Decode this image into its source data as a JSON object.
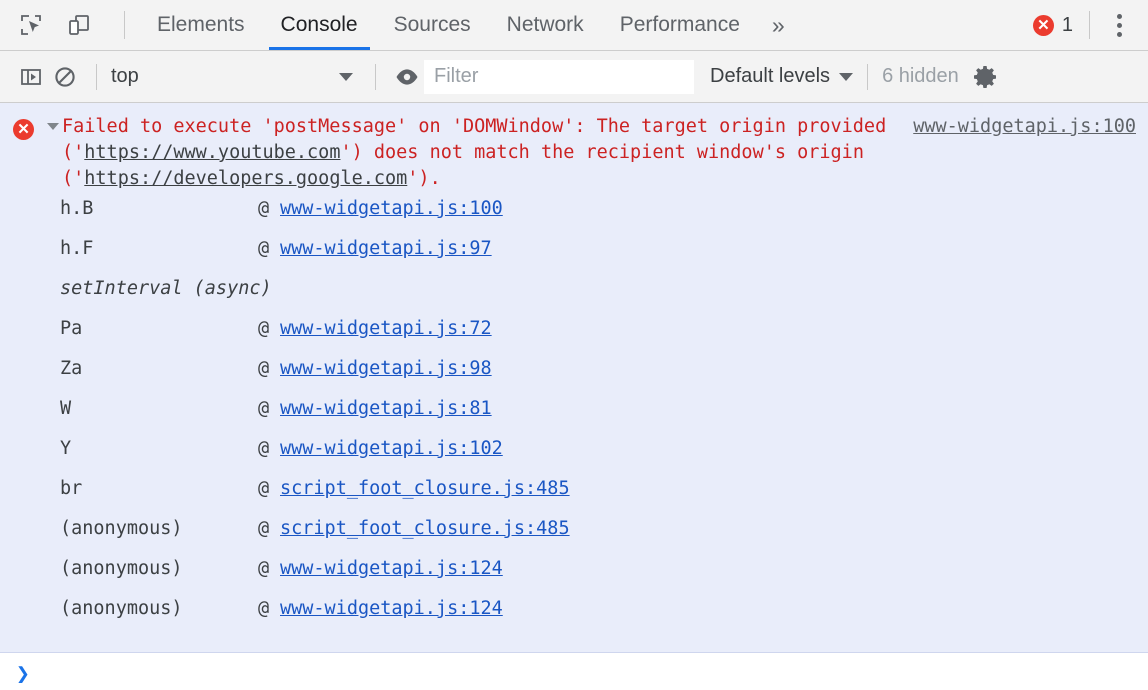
{
  "tabbar": {
    "inspect_icon": "inspect-element-icon",
    "device_icon": "device-toolbar-icon",
    "tabs": [
      {
        "label": "Elements",
        "active": false
      },
      {
        "label": "Console",
        "active": true
      },
      {
        "label": "Sources",
        "active": false
      },
      {
        "label": "Network",
        "active": false
      },
      {
        "label": "Performance",
        "active": false
      }
    ],
    "more_tabs_label": "»",
    "error_badge": {
      "icon_glyph": "✕",
      "count": "1"
    },
    "menu_icon": "more-vertical-icon"
  },
  "toolbar": {
    "sidebar_icon": "console-sidebar-icon",
    "clear_icon": "clear-console-icon",
    "context_value": "top",
    "eye_icon": "live-expression-eye-icon",
    "filter_placeholder": "Filter",
    "filter_value": "",
    "levels_label": "Default levels",
    "hidden_label": "6 hidden",
    "settings_icon": "gear-icon"
  },
  "console": {
    "message": {
      "level": "error",
      "icon_glyph": "✕",
      "source_link": "www-widgetapi.js:100",
      "parts": [
        {
          "text": "Failed to execute 'postMessage' on 'DOMWindow': The target origin provided ('",
          "link": false
        },
        {
          "text": "https://www.youtube.com",
          "link": true
        },
        {
          "text": "') does not match the recipient window's origin ('",
          "link": false
        },
        {
          "text": "https://developers.google.com",
          "link": true
        },
        {
          "text": "').",
          "link": false
        }
      ]
    },
    "stack": [
      {
        "fn": "h.B",
        "at": "@",
        "link": "www-widgetapi.js:100",
        "async": false
      },
      {
        "fn": "h.F",
        "at": "@",
        "link": "www-widgetapi.js:97",
        "async": false
      },
      {
        "fn": "setInterval (async)",
        "at": "",
        "link": "",
        "async": true
      },
      {
        "fn": "Pa",
        "at": "@",
        "link": "www-widgetapi.js:72",
        "async": false
      },
      {
        "fn": "Za",
        "at": "@",
        "link": "www-widgetapi.js:98",
        "async": false
      },
      {
        "fn": "W",
        "at": "@",
        "link": "www-widgetapi.js:81",
        "async": false
      },
      {
        "fn": "Y",
        "at": "@",
        "link": "www-widgetapi.js:102",
        "async": false
      },
      {
        "fn": "br",
        "at": "@",
        "link": "script_foot_closure.js:485",
        "async": false
      },
      {
        "fn": "(anonymous)",
        "at": "@",
        "link": "script_foot_closure.js:485",
        "async": false
      },
      {
        "fn": "(anonymous)",
        "at": "@",
        "link": "www-widgetapi.js:124",
        "async": false
      },
      {
        "fn": "(anonymous)",
        "at": "@",
        "link": "www-widgetapi.js:124",
        "async": false
      }
    ],
    "prompt_caret": "❯",
    "prompt_value": ""
  },
  "colors": {
    "error_red": "#cc2222",
    "error_badge": "#eb3b2e",
    "link_blue": "#1a56c4",
    "accent_blue": "#1a73e8",
    "message_bg": "#e9edfa",
    "chrome_bg": "#f3f3f3"
  }
}
